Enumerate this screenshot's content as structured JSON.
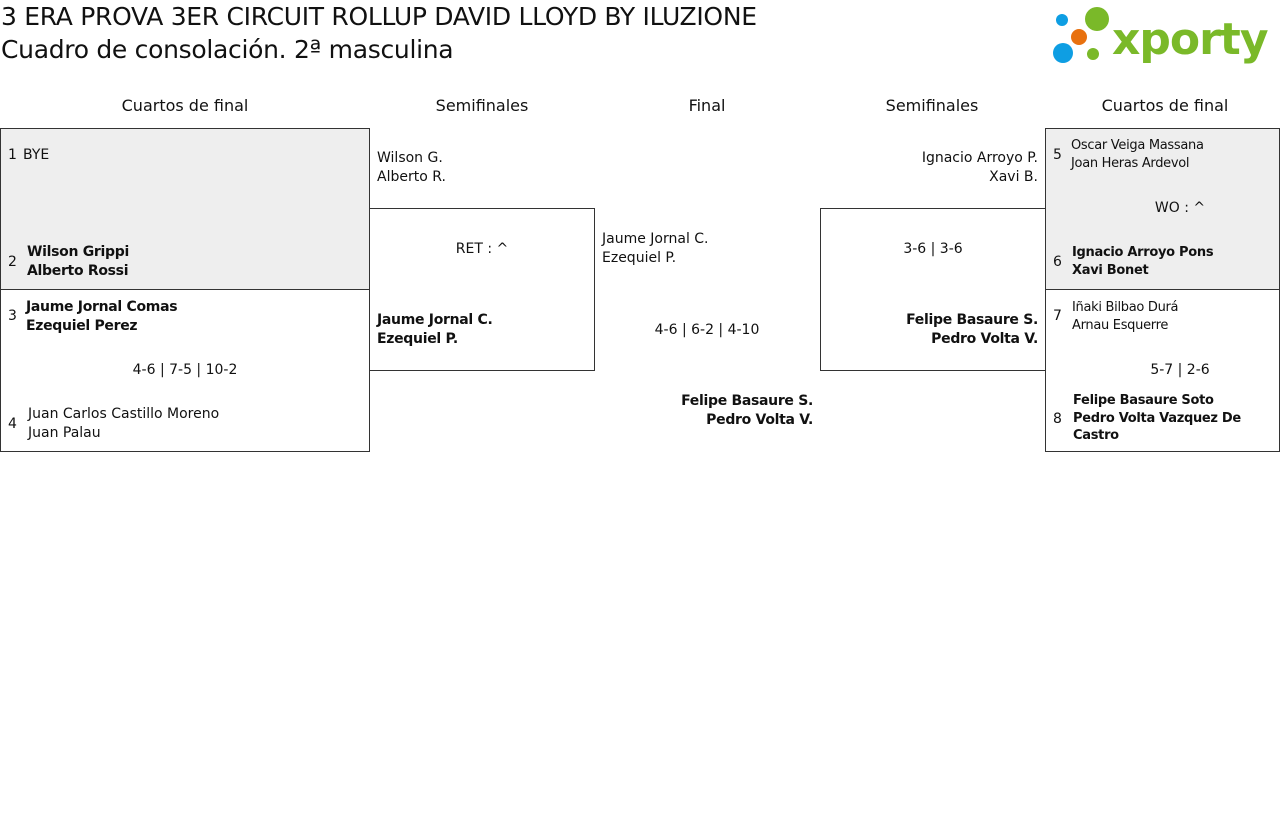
{
  "header": {
    "title": "3 ERA PROVA 3ER CIRCUIT ROLLUP DAVID LLOYD BY ILUZIONE",
    "subtitle": "Cuadro de consolación. 2ª masculina",
    "logo_text": "xporty",
    "logo_colors": {
      "green": "#7ab929",
      "blue": "#0e9ee3",
      "orange": "#e8710f"
    }
  },
  "rounds": {
    "qf_left": "Cuartos de final",
    "sf_left": "Semifinales",
    "final": "Final",
    "sf_right": "Semifinales",
    "qf_right": "Cuartos de final"
  },
  "qf_left": {
    "m1": {
      "seed1": "1",
      "team1": [
        "BYE"
      ],
      "seed2": "2",
      "team2": [
        "Wilson Grippi",
        "Alberto Rossi"
      ]
    },
    "m2": {
      "seed1": "3",
      "team1": [
        "Jaume Jornal Comas",
        "Ezequiel Perez"
      ],
      "score": "4-6 | 7-5 | 10-2",
      "seed2": "4",
      "team2": [
        "Juan Carlos Castillo Moreno",
        "Juan Palau"
      ]
    }
  },
  "sf_left": {
    "team1": [
      "Wilson G.",
      "Alberto R."
    ],
    "score": "RET : ^",
    "team2": [
      "Jaume Jornal C.",
      "Ezequiel P."
    ]
  },
  "final": {
    "team1": [
      "Jaume Jornal C.",
      "Ezequiel P."
    ],
    "score": "4-6 | 6-2 | 4-10",
    "team2": [
      "Felipe Basaure S.",
      "Pedro Volta V."
    ]
  },
  "sf_right": {
    "team1": [
      "Ignacio Arroyo P.",
      "Xavi B."
    ],
    "score": "3-6 | 3-6",
    "team2": [
      "Felipe Basaure S.",
      "Pedro Volta V."
    ]
  },
  "qf_right": {
    "m1": {
      "seed1": "5",
      "team1": [
        "Oscar Veiga Massana",
        "Joan Heras Ardevol"
      ],
      "score": "WO : ^",
      "seed2": "6",
      "team2": [
        "Ignacio Arroyo Pons",
        "Xavi Bonet"
      ]
    },
    "m2": {
      "seed1": "7",
      "team1": [
        "Iñaki Bilbao Durá",
        "Arnau Esquerre"
      ],
      "score": "5-7 | 2-6",
      "seed2": "8",
      "team2": [
        "Felipe Basaure Soto",
        "Pedro Volta Vazquez De Castro"
      ]
    }
  }
}
